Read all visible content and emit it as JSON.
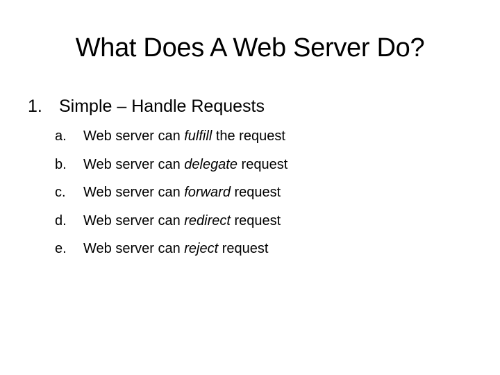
{
  "slide": {
    "title": "What Does A Web Server Do?",
    "item1": {
      "number": "1.",
      "text": "Simple – Handle Requests"
    },
    "subitems": [
      {
        "letter": "a.",
        "prefix": "Web server can ",
        "emphasis": "fulfill",
        "suffix": " the request"
      },
      {
        "letter": "b.",
        "prefix": "Web server can ",
        "emphasis": "delegate",
        "suffix": " request"
      },
      {
        "letter": "c.",
        "prefix": "Web server can ",
        "emphasis": "forward",
        "suffix": " request"
      },
      {
        "letter": "d.",
        "prefix": "Web server can ",
        "emphasis": "redirect",
        "suffix": " request"
      },
      {
        "letter": "e.",
        "prefix": "Web server can ",
        "emphasis": "reject",
        "suffix": " request"
      }
    ]
  },
  "colors": {
    "background": "#ffffff",
    "text": "#000000"
  }
}
